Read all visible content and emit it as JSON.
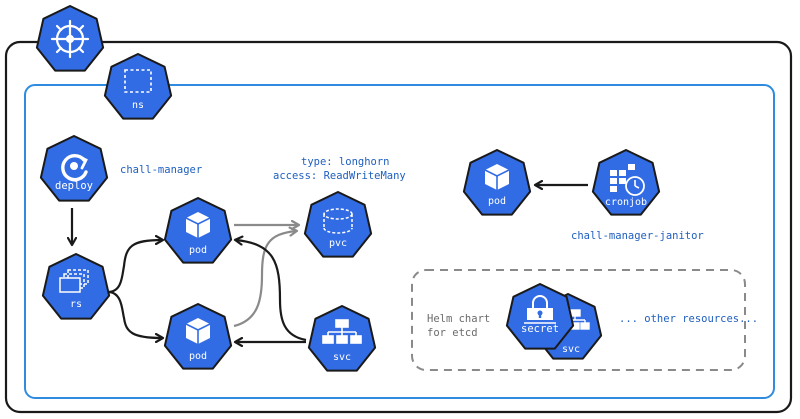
{
  "colors": {
    "k8s_blue": "#326CE5",
    "outline": "#1a1a1a",
    "namespace_border": "#2f8be0",
    "text_blue": "#1f5fbf",
    "grey_arrow": "#8a8a8a",
    "dashed_grey": "#8a8a8a"
  },
  "icons": {
    "cluster": "kubernetes-helm-wheel-icon",
    "ns": "namespace-dashed-square-icon",
    "deploy": "deploy-circular-arrow-icon",
    "rs": "replicaset-stacked-boxes-icon",
    "pod": "pod-cube-icon",
    "pvc": "pvc-cylinder-icon",
    "svc": "service-network-tree-icon",
    "cronjob": "cronjob-grid-clock-icon",
    "secret": "secret-lock-icon"
  },
  "nodes": {
    "ns": "ns",
    "deploy": "deploy",
    "rs": "rs",
    "pod_top": "pod",
    "pod_bottom": "pod",
    "pvc": "pvc",
    "svc": "svc",
    "pod_janitor": "pod",
    "cronjob": "cronjob",
    "secret": "secret",
    "svc_helm": "svc"
  },
  "labels": {
    "chall_manager": "chall-manager",
    "pvc_type": "type: longhorn",
    "pvc_access": "access: ReadWriteMany",
    "janitor": "chall-manager-janitor",
    "helm_line1": "Helm chart",
    "helm_line2": "for etcd",
    "other_resources": "... other resources..."
  }
}
